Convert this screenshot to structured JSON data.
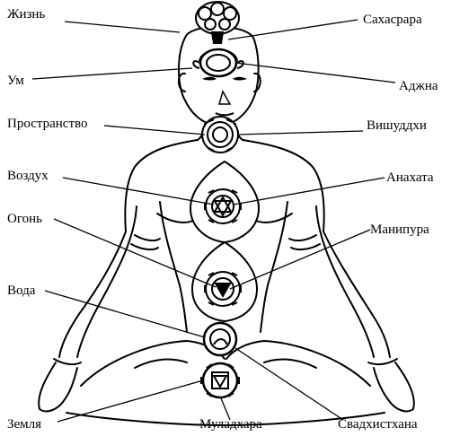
{
  "colors": {
    "ink": "#000000",
    "background": "#ffffff"
  },
  "labels_left": {
    "zhizn": "Жизнь",
    "um": "Ум",
    "prostranstvo": "Пространство",
    "vozdukh": "Воздух",
    "ogon": "Огонь",
    "voda": "Вода",
    "zemlya": "Земля"
  },
  "labels_right": {
    "sahasrara": "Сахасрара",
    "adzhna": "Аджна",
    "vishuddkhi": "Вишуддхи",
    "anakhata": "Анахата",
    "manipura": "Манипура",
    "svadkhistkhana": "Свадхистхана"
  },
  "labels_bottom": {
    "muladkhara": "Муладхара"
  },
  "icons": [
    "lotus-crown-icon",
    "third-eye-icon",
    "throat-lotus-icon",
    "heart-lotus-icon",
    "navel-lotus-icon",
    "sacral-lotus-icon",
    "root-lotus-icon"
  ]
}
